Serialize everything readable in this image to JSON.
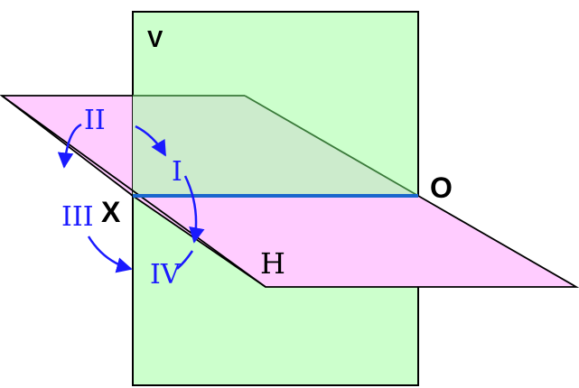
{
  "planes": {
    "vertical": {
      "label": "V",
      "fill": "#ccffcc",
      "stroke": "#000000"
    },
    "horizontal": {
      "label": "H",
      "fill": "#ffccff",
      "stroke": "#000000"
    },
    "overlap_fill": "#ccebcc",
    "overlap_edge": "#3a7a3a"
  },
  "axis": {
    "start_label": "X",
    "end_label": "O",
    "color": "#1a66cc"
  },
  "quadrants": [
    {
      "label": "I"
    },
    {
      "label": "II"
    },
    {
      "label": "III"
    },
    {
      "label": "IV"
    }
  ],
  "arrow_color": "#1a1aff"
}
